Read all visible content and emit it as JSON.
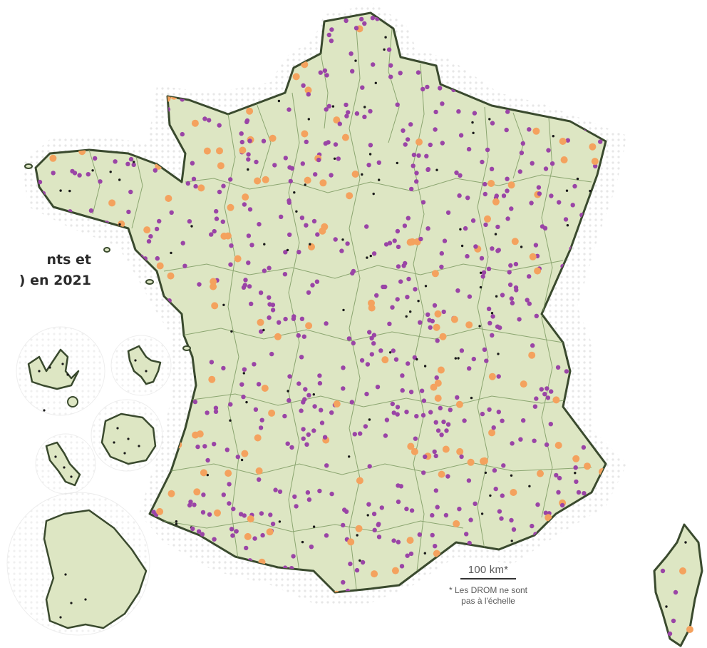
{
  "title": {
    "line1": "nts et",
    "line2": ") en 2021"
  },
  "scale": {
    "label": "100 km*",
    "note_line1": "* Les DROM ne sont",
    "note_line2": "pas à l'échelle"
  },
  "colors": {
    "land": "#dde6c3",
    "coast": "#3a4a2e",
    "border": "#6f8a55",
    "purple_dot": "#9a44a6",
    "orange_dot": "#f4a25e",
    "black_dot": "#1a1a1a",
    "halo": "#e6e6e6"
  },
  "legend_icons": [
    "purple-dot",
    "orange-dot",
    "black-dot"
  ]
}
